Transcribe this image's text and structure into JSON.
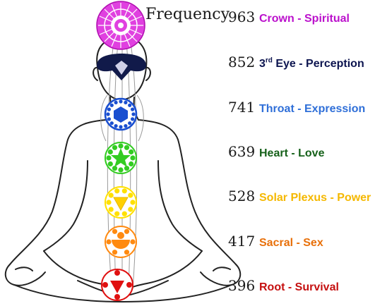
{
  "heading": "Frequency",
  "rows": [
    {
      "frequency": "963",
      "label": "Crown - Spiritual",
      "color": "#bb11cc"
    },
    {
      "frequency": "852",
      "ordinal_num": "3",
      "ordinal_suffix": "rd",
      "label_rest": " Eye - Perception",
      "color": "#0d1550"
    },
    {
      "frequency": "741",
      "label": "Throat - Expression",
      "color": "#2f6fd8"
    },
    {
      "frequency": "639",
      "label": "Heart - Love",
      "color": "#16611a"
    },
    {
      "frequency": "528",
      "label": "Solar Plexus - Power",
      "color": "#f5b800"
    },
    {
      "frequency": "417",
      "label": "Sacral - Sex",
      "color": "#e8700a"
    },
    {
      "frequency": "396",
      "label": "Root - Survival",
      "color": "#c51010"
    }
  ],
  "chakra_colors": {
    "crown": "#e040e0",
    "third_eye": "#111a4a",
    "throat": "#1a4fd0",
    "heart": "#33cc22",
    "solar_plexus": "#ffe000",
    "sacral": "#ff8a10",
    "root": "#e01010"
  },
  "outline_color": "#222222"
}
